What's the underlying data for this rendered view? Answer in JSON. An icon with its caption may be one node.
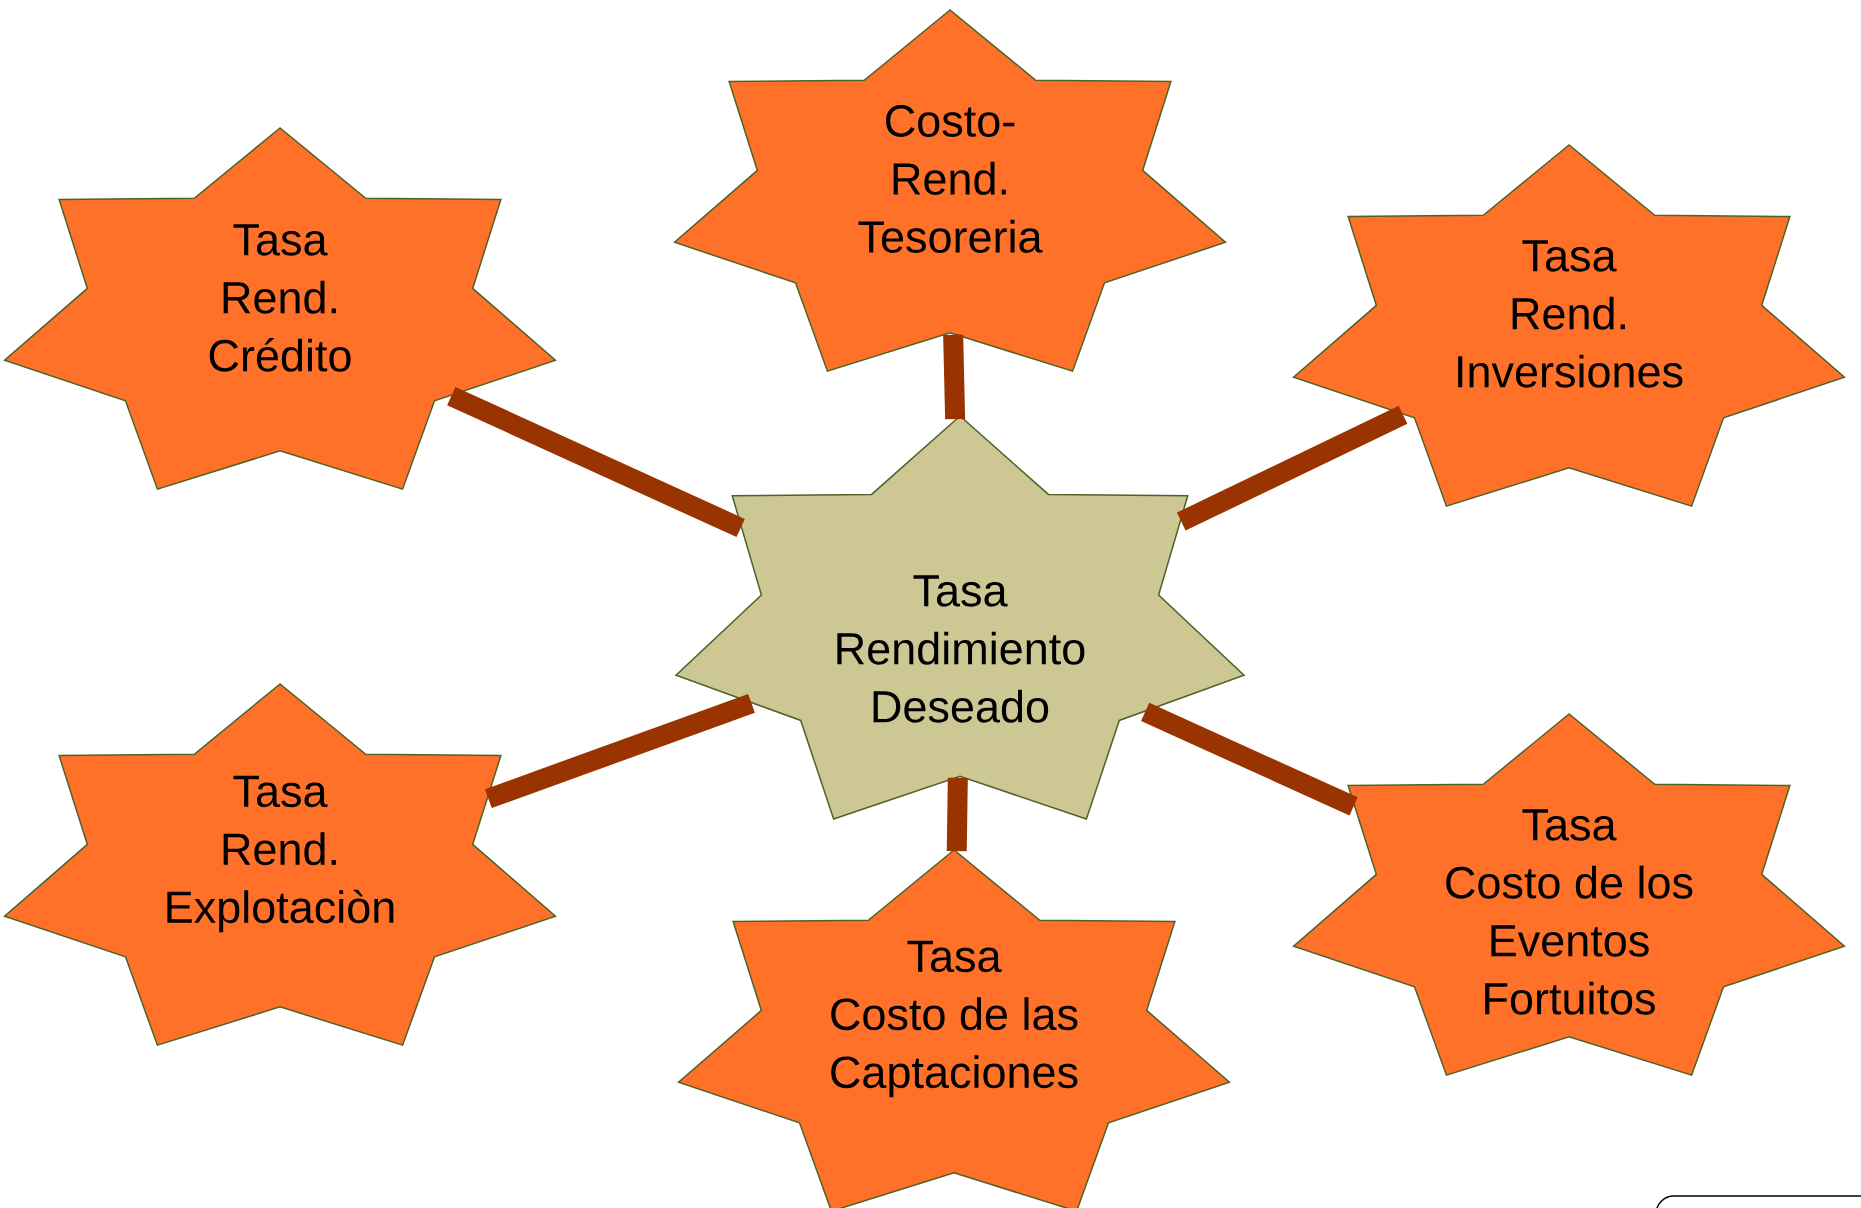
{
  "diagram": {
    "nodes": [
      {
        "text": [
          "Costo- Rend. Tesoreria"
        ]
      },
      {
        "text": [
          "Tasa Rend. Crédito"
        ]
      },
      {
        "text": [
          "Tasa Rend. Inversiones"
        ]
      },
      {
        "text": [
          "Tasa Rendimiento Deseado"
        ]
      },
      {
        "text": [
          "Tasa Rend. Explotaciòn"
        ]
      },
      {
        "text": [
          "Tasa Costo de los Eventos Fortuitos"
        ]
      },
      {
        "text": [
          "Tasa Costo de las Captaciones"
        ]
      }
    ],
    "edges": [
      {
        "from": 3,
        "to": 0,
        "arrow": "none"
      },
      {
        "from": 3,
        "to": 1,
        "arrow": "none"
      },
      {
        "from": 3,
        "to": 2,
        "arrow": "none"
      },
      {
        "from": 3,
        "to": 4,
        "arrow": "none"
      },
      {
        "from": 3,
        "to": 5,
        "arrow": "none"
      },
      {
        "from": 3,
        "to": 6,
        "arrow": "none"
      }
    ]
  }
}
